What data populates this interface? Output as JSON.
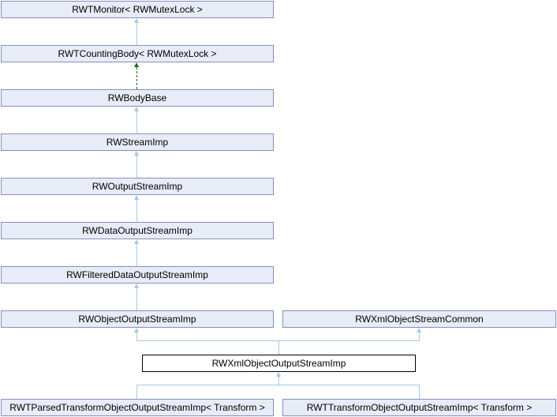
{
  "diagram": {
    "kind": "class-inheritance-graph",
    "nodes": {
      "monitor": {
        "label": "RWTMonitor< RWMutexLock >"
      },
      "counting_body": {
        "label": "RWTCountingBody< RWMutexLock >"
      },
      "body_base": {
        "label": "RWBodyBase"
      },
      "stream_imp": {
        "label": "RWStreamImp"
      },
      "output_stream_imp": {
        "label": "RWOutputStreamImp"
      },
      "data_output_stream_imp": {
        "label": "RWDataOutputStreamImp"
      },
      "filtered_data_output_stream_imp": {
        "label": "RWFilteredDataOutputStreamImp"
      },
      "object_output_stream_imp": {
        "label": "RWObjectOutputStreamImp"
      },
      "xml_object_stream_common": {
        "label": "RWXmlObjectStreamCommon"
      },
      "xml_object_output_stream_imp": {
        "label": "RWXmlObjectOutputStreamImp"
      },
      "parsed_transform": {
        "label": "RWTParsedTransformObjectOutputStreamImp< Transform >"
      },
      "transform": {
        "label": "RWTTransformObjectOutputStreamImp< Transform >"
      }
    },
    "edges": [
      {
        "from": "RWTCountingBody< RWMutexLock >",
        "to": "RWTMonitor< RWMutexLock >",
        "style": "solid",
        "color": "#a6c9e3"
      },
      {
        "from": "RWBodyBase",
        "to": "RWTCountingBody< RWMutexLock >",
        "style": "dashed",
        "color": "#1d6b1d"
      },
      {
        "from": "RWStreamImp",
        "to": "RWBodyBase",
        "style": "solid",
        "color": "#a6c9e3"
      },
      {
        "from": "RWOutputStreamImp",
        "to": "RWStreamImp",
        "style": "solid",
        "color": "#a6c9e3"
      },
      {
        "from": "RWDataOutputStreamImp",
        "to": "RWOutputStreamImp",
        "style": "solid",
        "color": "#a6c9e3"
      },
      {
        "from": "RWFilteredDataOutputStreamImp",
        "to": "RWDataOutputStreamImp",
        "style": "solid",
        "color": "#a6c9e3"
      },
      {
        "from": "RWObjectOutputStreamImp",
        "to": "RWFilteredDataOutputStreamImp",
        "style": "solid",
        "color": "#a6c9e3"
      },
      {
        "from": "RWXmlObjectOutputStreamImp",
        "to": "RWObjectOutputStreamImp",
        "style": "solid",
        "color": "#a6c9e3"
      },
      {
        "from": "RWXmlObjectOutputStreamImp",
        "to": "RWXmlObjectStreamCommon",
        "style": "solid",
        "color": "#a6c9e3"
      },
      {
        "from": "RWTParsedTransformObjectOutputStreamImp< Transform >",
        "to": "RWXmlObjectOutputStreamImp",
        "style": "solid",
        "color": "#a6c9e3"
      },
      {
        "from": "RWTTransformObjectOutputStreamImp< Transform >",
        "to": "RWXmlObjectOutputStreamImp",
        "style": "solid",
        "color": "#a6c9e3"
      }
    ],
    "colors": {
      "node_fill": "#e8ecf7",
      "node_border": "#8391bd",
      "focus_node_fill": "#ffffff",
      "focus_node_border": "#000000",
      "inheritance_arrow": "#a6c9e3",
      "dashed_inheritance_arrow": "#1d6b1d"
    }
  }
}
